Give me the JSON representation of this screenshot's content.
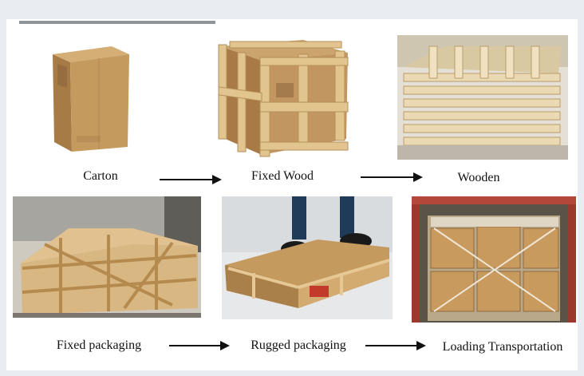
{
  "steps": [
    {
      "label": "Carton"
    },
    {
      "label": "Fixed Wood"
    },
    {
      "label": "Wooden"
    },
    {
      "label": "Fixed packaging"
    },
    {
      "label": "Rugged packaging"
    },
    {
      "label": "Loading Transportation"
    }
  ],
  "colors": {
    "cardboard": "#c49a5e",
    "wood": "#d8b77f",
    "background": "#ffffff",
    "container_red": "#a33a2a"
  }
}
